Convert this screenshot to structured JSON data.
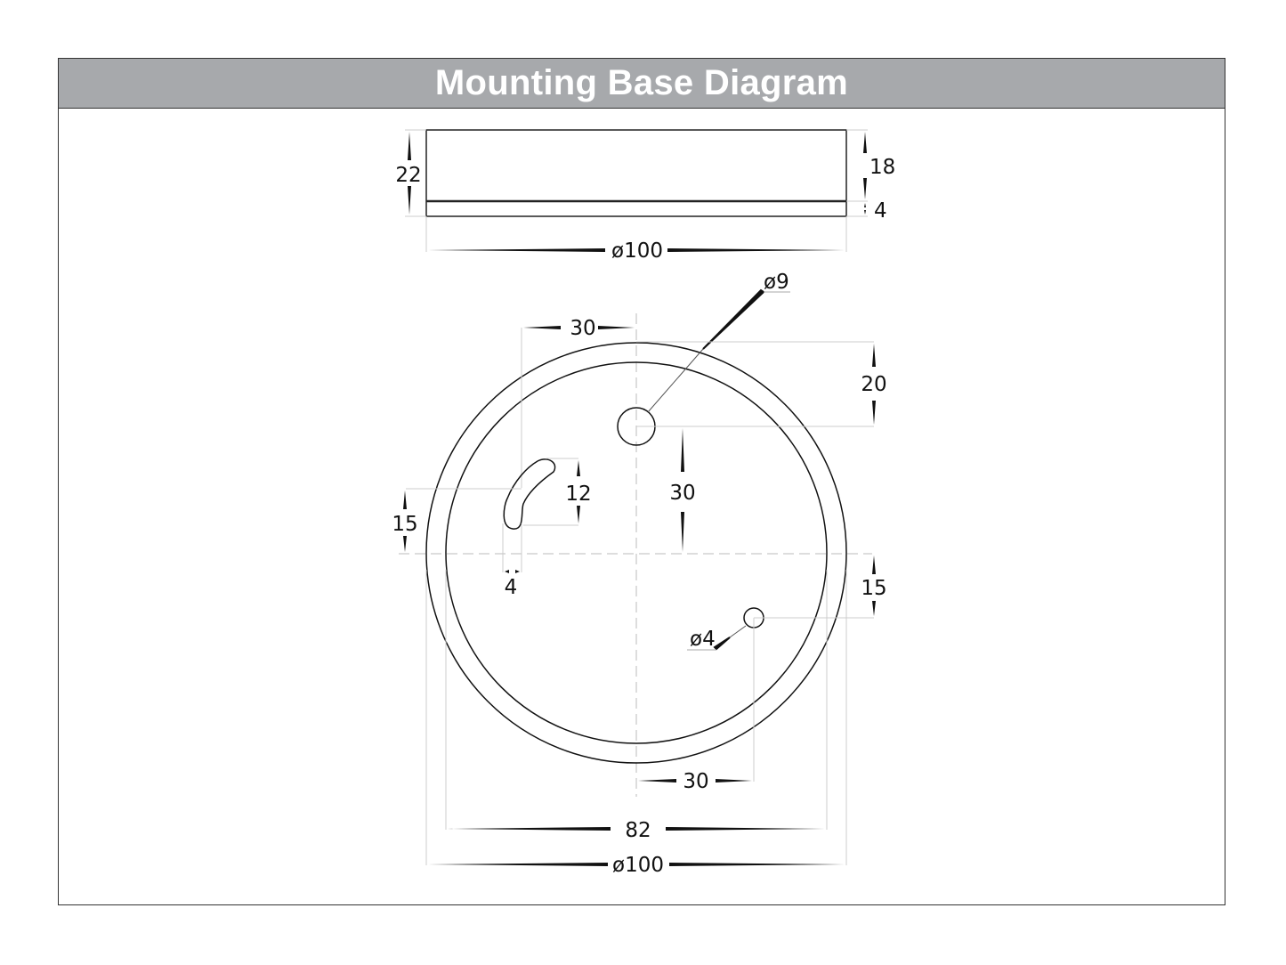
{
  "header": {
    "title": "Mounting Base Diagram"
  },
  "colors": {
    "header_bg": "#a7a9ac",
    "header_text": "#ffffff",
    "line": "#111111",
    "extension_line": "#bbbbbb"
  },
  "side_view": {
    "total_height": "22",
    "upper_height": "18",
    "lower_height": "4",
    "diameter": "ø100"
  },
  "top_view": {
    "center_hole_diameter": "ø9",
    "center_hole_offset_top": "20",
    "center_hole_offset_center": "30",
    "slot_offset_horizontal": "30",
    "slot_height": "12",
    "slot_width": "4",
    "slot_offset_vertical": "15",
    "small_hole_diameter": "ø4",
    "small_hole_offset_vertical": "15",
    "small_hole_offset_horizontal": "30",
    "inner_diameter": "82",
    "outer_diameter": "ø100"
  }
}
